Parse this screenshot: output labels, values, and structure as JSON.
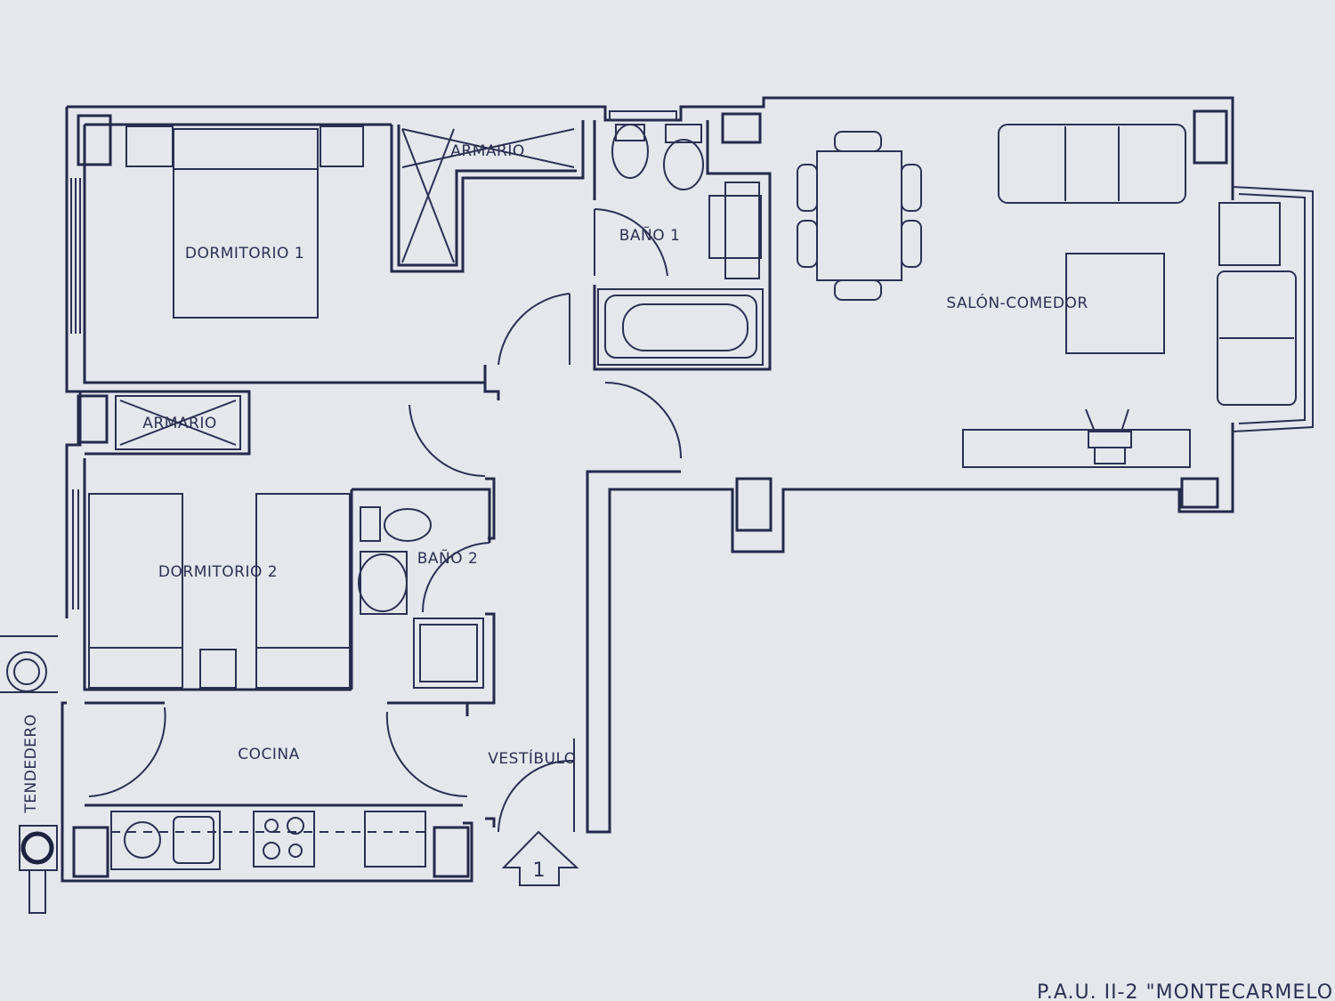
{
  "rooms": {
    "dormitorio_1": "DORMITORIO 1",
    "armario_1": "ARMARIO",
    "bano_1": "BAÑO 1",
    "salon_comedor": "SALÓN-COMEDOR",
    "armario_2": "ARMARIO",
    "dormitorio_2": "DORMITORIO 2",
    "bano_2": "BAÑO 2",
    "cocina": "COCINA",
    "vestibulo": "VESTÍBULO",
    "tendedero": "TENDEDERO"
  },
  "entrance_marker": "1",
  "footer_text": "P.A.U. II-2 \"MONTECARMELO\""
}
